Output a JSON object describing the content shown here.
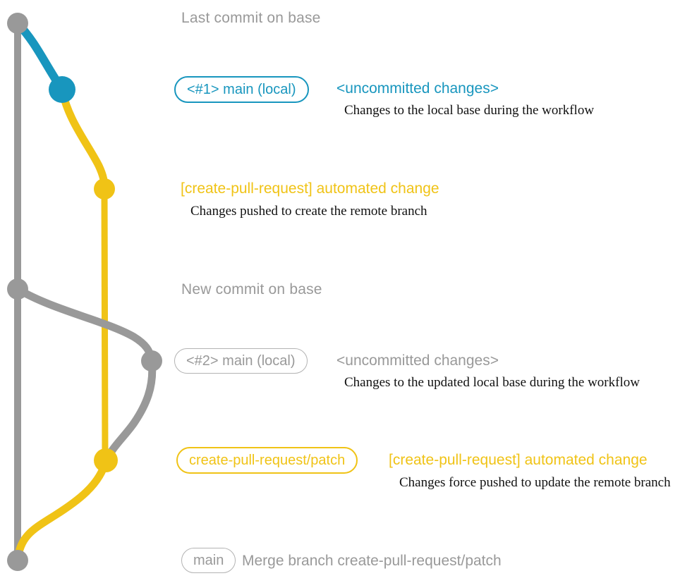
{
  "colors": {
    "gray": "#999999",
    "blue": "#1896be",
    "yellow": "#f0c316",
    "description_text": "#111111",
    "background": "#ffffff"
  },
  "labels": {
    "header1": "Last commit on base",
    "row1_badge": "<#1> main (local)",
    "row1_title": "<uncommitted changes>",
    "row1_desc": "Changes to the local base during the workflow",
    "row2_title": "[create-pull-request] automated change",
    "row2_desc": "Changes pushed to create the remote branch",
    "header2": "New commit on base",
    "row3_badge": "<#2> main (local)",
    "row3_title": "<uncommitted changes>",
    "row3_desc": "Changes to the updated local base during the workflow",
    "row4_badge": "create-pull-request/patch",
    "row4_title": "[create-pull-request] automated change",
    "row4_desc": "Changes force pushed to update the remote branch",
    "row5_badge": "main",
    "row5_title": "Merge branch create-pull-request/patch"
  },
  "graph": {
    "branches": [
      {
        "name": "base",
        "color": "#999999"
      },
      {
        "name": "main (local)",
        "colors": [
          "#1896be",
          "#999999"
        ]
      },
      {
        "name": "create-pull-request/patch",
        "color": "#f0c316"
      }
    ],
    "commits": [
      {
        "id": "last-commit-on-base",
        "branch": "base",
        "color": "gray"
      },
      {
        "id": "uncommitted-changes-1",
        "branch": "main (local)",
        "color": "blue"
      },
      {
        "id": "automated-change-1",
        "branch": "create-pull-request/patch",
        "color": "yellow"
      },
      {
        "id": "new-commit-on-base",
        "branch": "base",
        "color": "gray"
      },
      {
        "id": "uncommitted-changes-2",
        "branch": "main (local)",
        "color": "gray"
      },
      {
        "id": "automated-change-2",
        "branch": "create-pull-request/patch",
        "color": "yellow"
      },
      {
        "id": "merge-commit",
        "branch": "base",
        "color": "gray"
      }
    ]
  }
}
